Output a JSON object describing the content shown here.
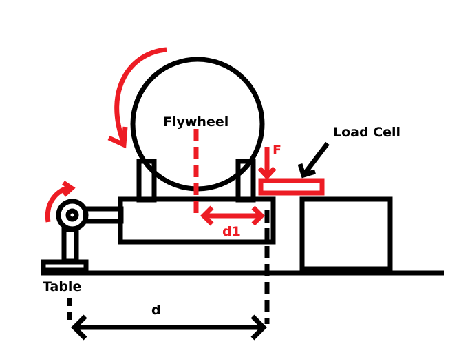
{
  "labels": {
    "flywheel": "Flywheel",
    "load_cell": "Load Cell",
    "force": "F",
    "d1": "d1",
    "table": "Table",
    "d": "d"
  },
  "colors": {
    "ink": "#000000",
    "accent": "#ed1c24"
  }
}
